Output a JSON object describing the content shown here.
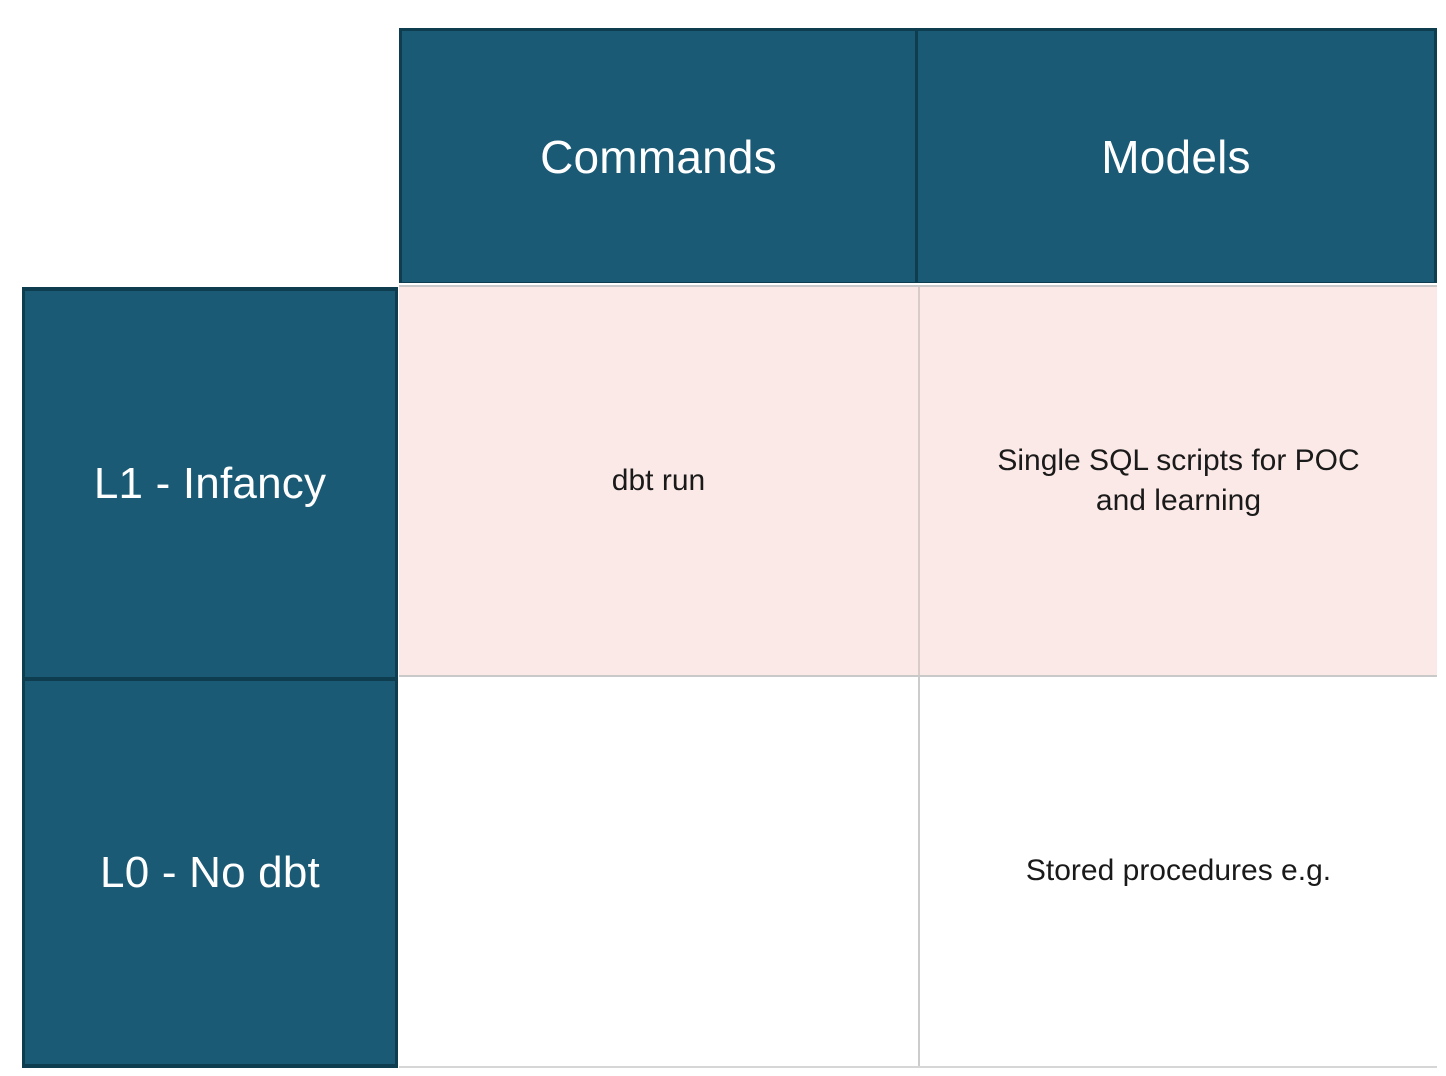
{
  "matrix": {
    "column_headers": [
      {
        "id": "commands",
        "label": "Commands"
      },
      {
        "id": "models",
        "label": "Models"
      }
    ],
    "row_headers": [
      {
        "id": "l1",
        "label": "L1 - Infancy"
      },
      {
        "id": "l0",
        "label": "L0 - No dbt"
      }
    ],
    "rows": [
      {
        "id": "l1",
        "header": "L1 - Infancy",
        "cells": [
          {
            "column": "commands",
            "text": "dbt run"
          },
          {
            "column": "models",
            "text": "Single SQL scripts for POC\nand learning"
          }
        ]
      },
      {
        "id": "l0",
        "header": "L0 - No dbt",
        "cells": [
          {
            "column": "commands",
            "text": ""
          },
          {
            "column": "models",
            "text": "Stored procedures e.g."
          }
        ]
      }
    ],
    "colors": {
      "header_teal": "#1a5a75",
      "header_border": "#0e3d50",
      "header_text": "#ffffff",
      "row_l1_background": "#fbe9e7",
      "row_l0_background": "#ffffff",
      "body_text": "#1a1a1a",
      "grid_line": "#cccccc",
      "page_background": "#ffffff"
    }
  }
}
